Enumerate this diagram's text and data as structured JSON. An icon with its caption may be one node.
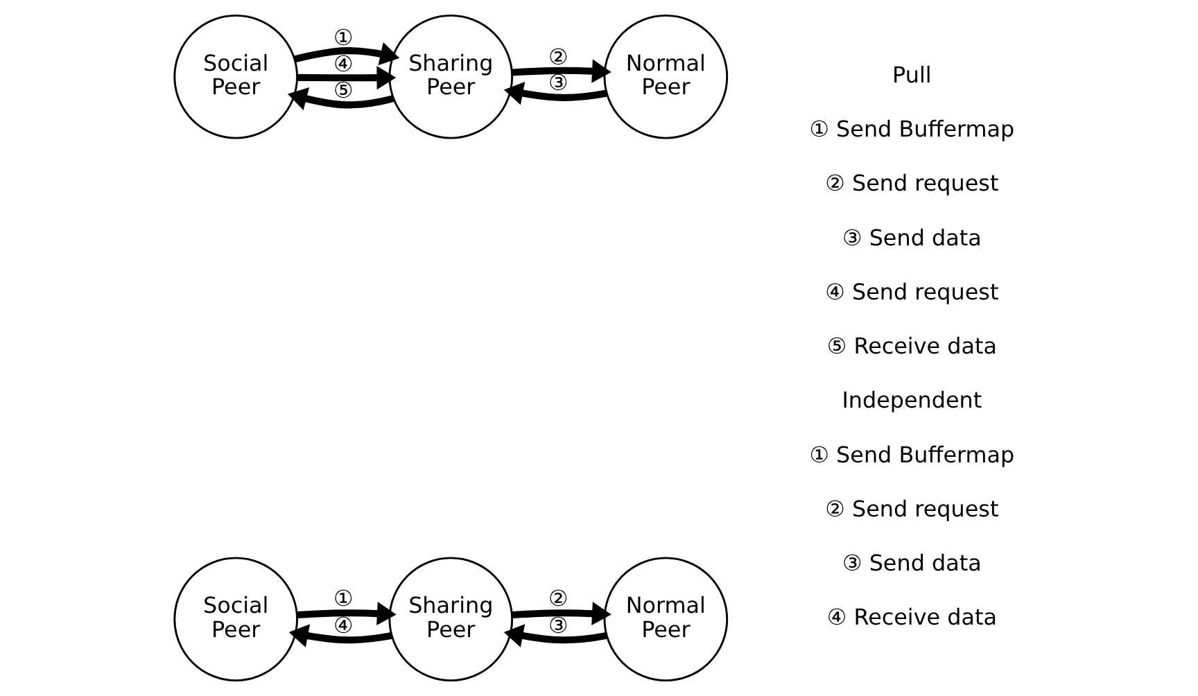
{
  "diagram": {
    "nodes": [
      {
        "text": [
          "Social Peer"
        ]
      },
      {
        "text": [
          "Sharing Peer"
        ]
      },
      {
        "text": [
          "Normal Peer"
        ]
      },
      {
        "text": [
          "Social Peer"
        ]
      },
      {
        "text": [
          "Sharing Peer"
        ]
      },
      {
        "text": [
          "Normal Peer"
        ]
      }
    ],
    "edges": [
      {
        "from": 0,
        "to": 1,
        "arrow": "to",
        "label": "①"
      },
      {
        "from": 0,
        "to": 1,
        "arrow": "to",
        "label": "④"
      },
      {
        "from": 1,
        "to": 0,
        "arrow": "to",
        "label": "⑤"
      },
      {
        "from": 1,
        "to": 2,
        "arrow": "to",
        "label": "②"
      },
      {
        "from": 2,
        "to": 1,
        "arrow": "to",
        "label": "③"
      },
      {
        "from": 3,
        "to": 4,
        "arrow": "to",
        "label": "①"
      },
      {
        "from": 4,
        "to": 3,
        "arrow": "to",
        "label": "④"
      },
      {
        "from": 4,
        "to": 5,
        "arrow": "to",
        "label": "②"
      },
      {
        "from": 5,
        "to": 4,
        "arrow": "to",
        "label": "③"
      }
    ],
    "labels": [
      "Pull",
      "① Send Buffermap",
      "② Send request",
      "③ Send data",
      "④ Send request",
      "⑤ Receive data",
      "Independent",
      "① Send Buffermap",
      "② Send request",
      "③ Send data",
      "④ Receive data"
    ]
  }
}
